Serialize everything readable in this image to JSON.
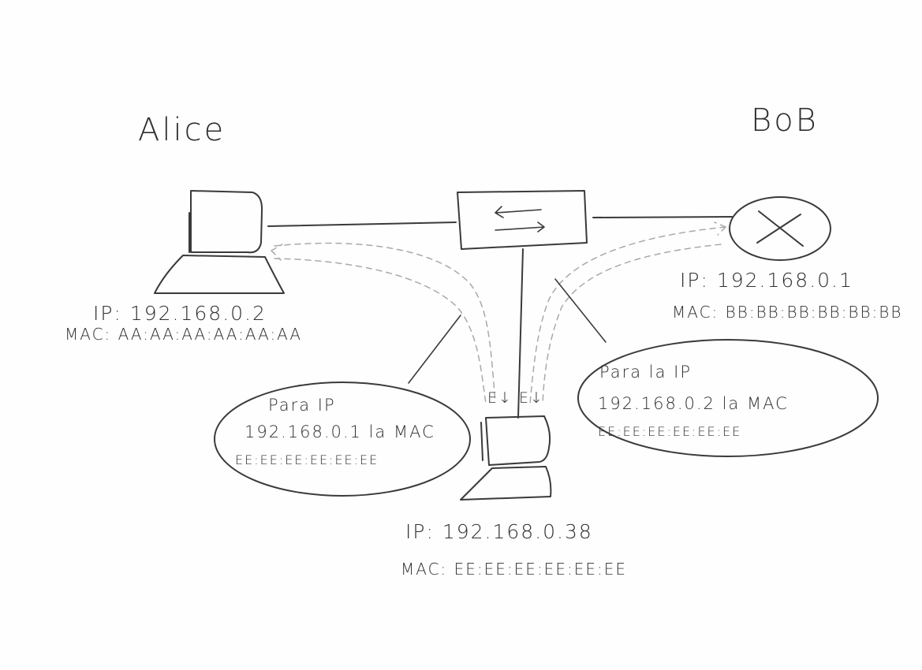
{
  "alice": {
    "name": "Alice",
    "ip": "IP: 192.168.0.2",
    "mac": "MAC: AA:AA:AA:AA:AA:AA"
  },
  "bob": {
    "name": "BoB",
    "ip": "IP: 192.168.0.1",
    "mac": "MAC: BB:BB:BB:BB:BB:BB"
  },
  "attacker": {
    "ip": "IP: 192.168.0.38",
    "mac": "MAC: EE:EE:EE:EE:EE:EE",
    "flags": "E↓ E↓"
  },
  "bubble_left": {
    "line1": "Para IP",
    "line2": "192.168.0.1 la MAC",
    "line3": "EE:EE:EE:EE:EE:EE"
  },
  "bubble_right": {
    "line1": "Para la IP",
    "line2": "192.168.0.2 la MAC",
    "line3": "EE:EE:EE:EE:EE:EE"
  },
  "switch": {
    "icon": "switch-arrows-icon"
  },
  "colors": {
    "ink": "#3a3a3a",
    "dashed_path": "#a9a9a9",
    "paper": "#fefefe"
  }
}
